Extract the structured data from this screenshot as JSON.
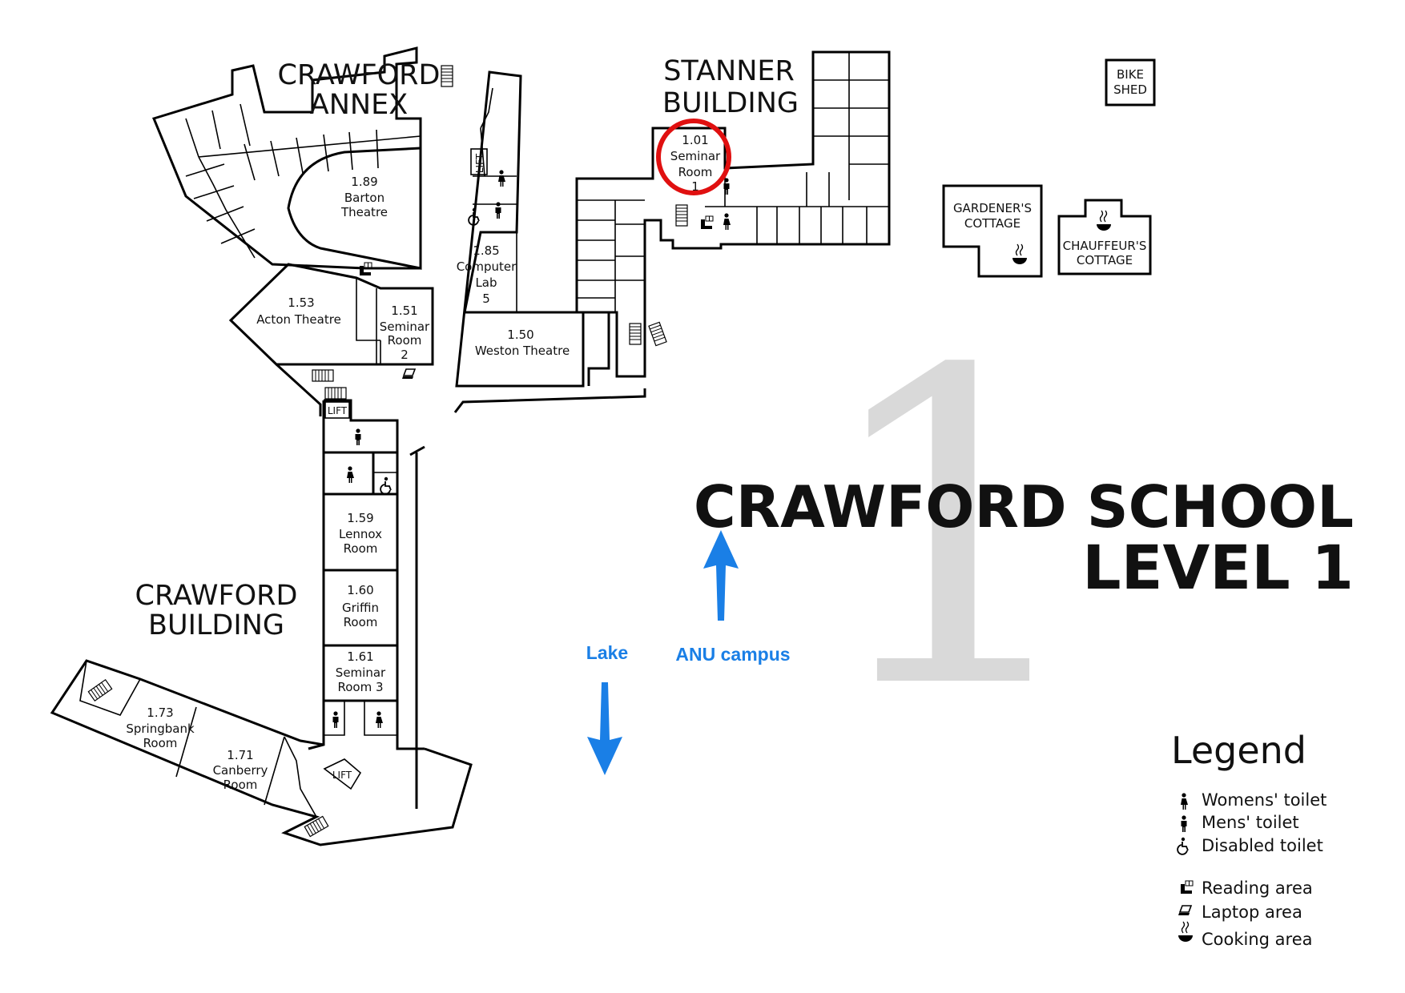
{
  "map": {
    "title_line1": "CRAWFORD SCHOOL",
    "title_line2": "LEVEL 1",
    "level_numeral": "1",
    "highlight_color": "#e01010",
    "arrow_color": "#1a7fe6"
  },
  "buildings": {
    "crawford_annex": [
      "CRAWFORD",
      "ANNEX"
    ],
    "stanner": [
      "STANNER",
      "BUILDING"
    ],
    "crawford_building": [
      "CRAWFORD",
      "BUILDING"
    ],
    "bike_shed": [
      "BIKE",
      "SHED"
    ],
    "gardeners_cottage": [
      "GARDENER'S",
      "COTTAGE"
    ],
    "chauffeurs_cottage": [
      "CHAUFFEUR'S",
      "COTTAGE"
    ]
  },
  "rooms": {
    "r101": [
      "1.01",
      "Seminar",
      "Room",
      "1"
    ],
    "r189": [
      "1.89",
      "Barton",
      "Theatre"
    ],
    "r185": [
      "1.85",
      "Computer",
      "Lab",
      "5"
    ],
    "r153": [
      "1.53",
      "Acton Theatre"
    ],
    "r151": [
      "1.51",
      "Seminar",
      "Room",
      "2"
    ],
    "r150": [
      "1.50",
      "Weston Theatre"
    ],
    "r159": [
      "1.59",
      "Lennox",
      "Room"
    ],
    "r160": [
      "1.60",
      "Griffin",
      "Room"
    ],
    "r161": [
      "1.61",
      "Seminar",
      "Room 3"
    ],
    "r173": [
      "1.73",
      "Springbank",
      "Room"
    ],
    "r171": [
      "1.71",
      "Canberry",
      "Room"
    ]
  },
  "lift_label": "LIFT",
  "navigation": {
    "lake": "Lake",
    "campus": "ANU campus"
  },
  "legend": {
    "title": "Legend",
    "items": [
      {
        "icon": "womens-toilet-icon",
        "label": "Womens' toilet"
      },
      {
        "icon": "mens-toilet-icon",
        "label": "Mens' toilet"
      },
      {
        "icon": "disabled-toilet-icon",
        "label": "Disabled toilet"
      },
      {
        "icon": "reading-area-icon",
        "label": "Reading area"
      },
      {
        "icon": "laptop-area-icon",
        "label": "Laptop area"
      },
      {
        "icon": "cooking-area-icon",
        "label": "Cooking area"
      }
    ]
  }
}
